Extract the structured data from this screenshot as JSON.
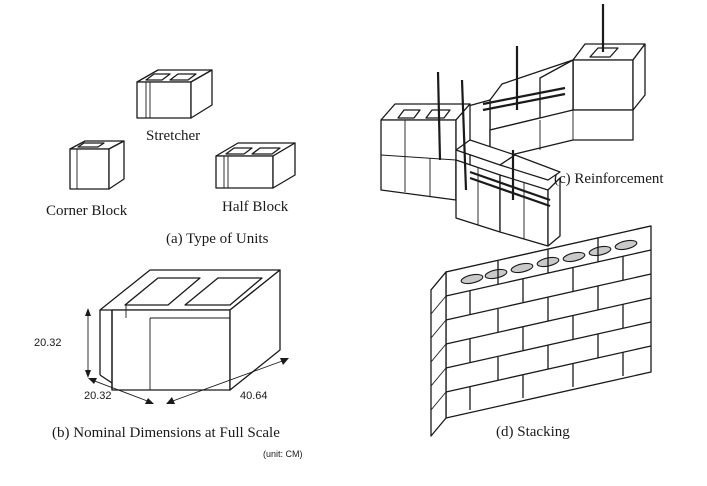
{
  "panel_a": {
    "caption": "(a) Type of Units",
    "stretcher_label": "Stretcher",
    "corner_block_label": "Corner Block",
    "half_block_label": "Half Block"
  },
  "panel_b": {
    "caption": "(b) Nominal Dimensions at Full Scale",
    "unit_note": "(unit: CM)",
    "height_label": "20.32",
    "width_label": "20.32",
    "length_label": "40.64"
  },
  "panel_c": {
    "caption": "(c) Reinforcement"
  },
  "panel_d": {
    "caption": "(d) Stacking"
  }
}
